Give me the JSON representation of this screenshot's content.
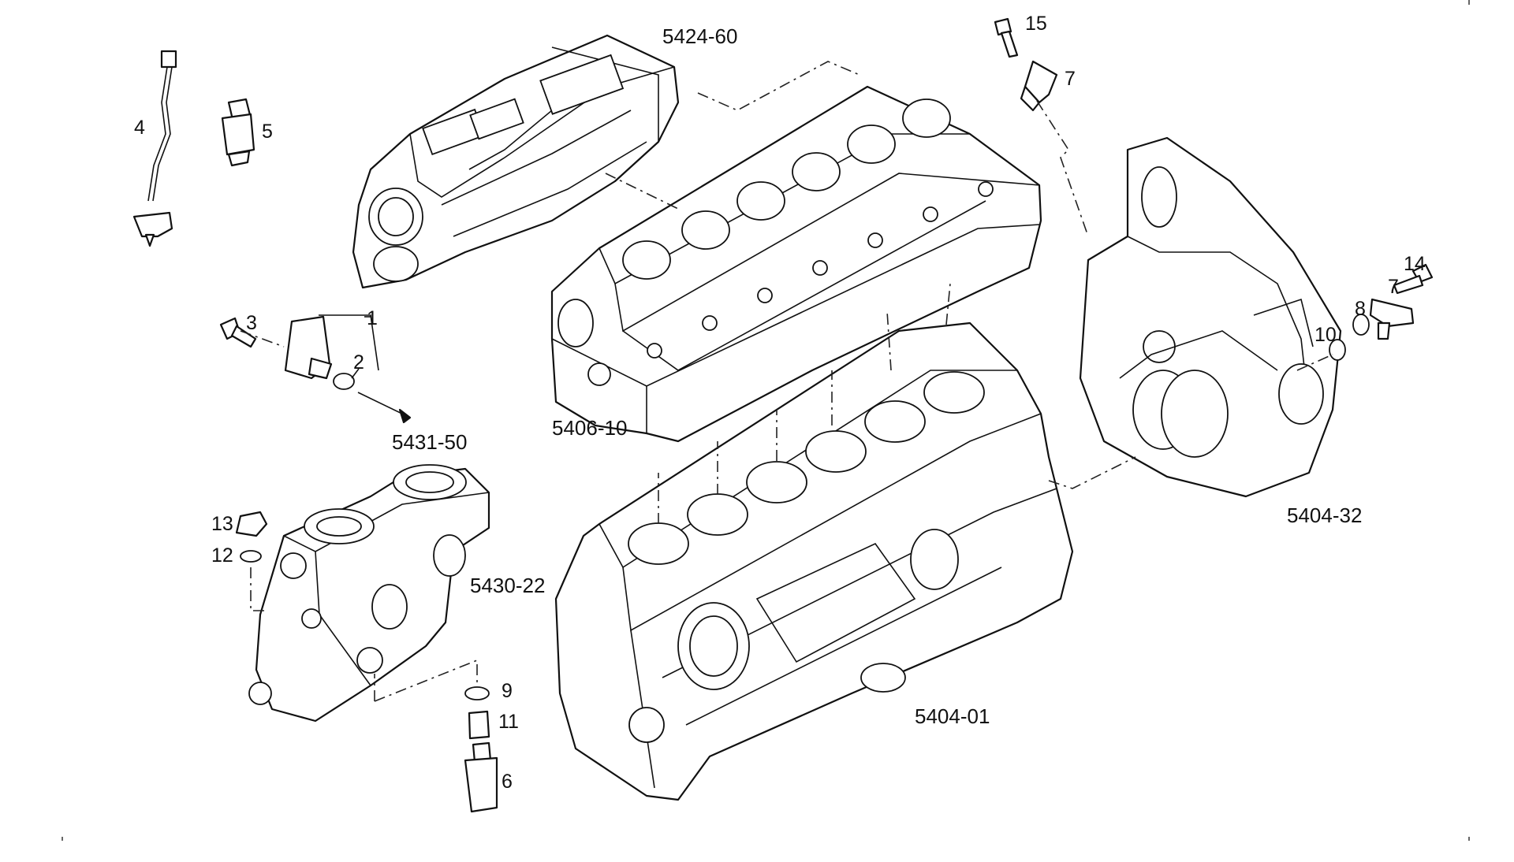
{
  "diagram": {
    "assembly_labels": {
      "intake_manifold": "5424-60",
      "cylinder_head": "5406-10",
      "engine_block": "5404-01",
      "flywheel_housing": "5404-32",
      "fuel_pump": "5430-22",
      "fuel_line_ref": "5431-50"
    },
    "part_numbers": {
      "p1": "1",
      "p2": "2",
      "p3": "3",
      "p4": "4",
      "p5": "5",
      "p6": "6",
      "p7_top": "7",
      "p7_right": "7",
      "p8": "8",
      "p9": "9",
      "p10": "10",
      "p11": "11",
      "p12": "12",
      "p13": "13",
      "p14": "14",
      "p15": "15"
    }
  }
}
